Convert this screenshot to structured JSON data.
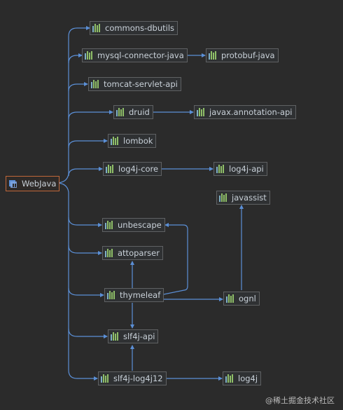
{
  "nodes": {
    "webjava": "WebJava",
    "commons_dbutils": "commons-dbutils",
    "mysql_connector": "mysql-connector-java",
    "protobuf": "protobuf-java",
    "tomcat": "tomcat-servlet-api",
    "druid": "druid",
    "javax_annotation": "javax.annotation-api",
    "lombok": "lombok",
    "log4j_core": "log4j-core",
    "log4j_api": "log4j-api",
    "javassist": "javassist",
    "unbescape": "unbescape",
    "attoparser": "attoparser",
    "thymeleaf": "thymeleaf",
    "ognl": "ognl",
    "slf4j_api": "slf4j-api",
    "slf4j_log4j12": "slf4j-log4j12",
    "log4j": "log4j"
  },
  "edges": [
    [
      "webjava",
      "commons_dbutils"
    ],
    [
      "webjava",
      "mysql_connector"
    ],
    [
      "webjava",
      "tomcat"
    ],
    [
      "webjava",
      "druid"
    ],
    [
      "webjava",
      "lombok"
    ],
    [
      "webjava",
      "log4j_core"
    ],
    [
      "webjava",
      "unbescape"
    ],
    [
      "webjava",
      "attoparser"
    ],
    [
      "webjava",
      "thymeleaf"
    ],
    [
      "webjava",
      "slf4j_api"
    ],
    [
      "webjava",
      "slf4j_log4j12"
    ],
    [
      "mysql_connector",
      "protobuf"
    ],
    [
      "druid",
      "javax_annotation"
    ],
    [
      "log4j_core",
      "log4j_api"
    ],
    [
      "thymeleaf",
      "attoparser"
    ],
    [
      "thymeleaf",
      "unbescape"
    ],
    [
      "thymeleaf",
      "ognl"
    ],
    [
      "thymeleaf",
      "slf4j_api"
    ],
    [
      "ognl",
      "javassist"
    ],
    [
      "slf4j_log4j12",
      "slf4j_api"
    ],
    [
      "slf4j_log4j12",
      "log4j"
    ]
  ],
  "colors": {
    "edge": "#5b8fd6",
    "node_border": "#5f6163",
    "root_border": "#c0673a",
    "jar_icon": "#8fbf68"
  },
  "watermark": "@稀土掘金技术社区"
}
